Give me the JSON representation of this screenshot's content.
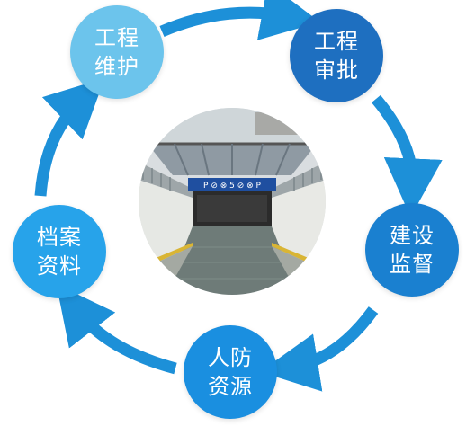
{
  "cycle": {
    "nodes": [
      {
        "line1": "工程",
        "line2": "维护",
        "color": "#6cc4ec"
      },
      {
        "line1": "工程",
        "line2": "审批",
        "color": "#1e6fc0"
      },
      {
        "line1": "建设",
        "line2": "监督",
        "color": "#1a80d0"
      },
      {
        "line1": "人防",
        "line2": "资源",
        "color": "#1a8fe0"
      },
      {
        "line1": "档案",
        "line2": "资料",
        "color": "#27a3ea"
      }
    ],
    "arrow_color": "#1d90d8"
  },
  "photo": {
    "sign_text": "P  ⊘  ⊗  5  ⊘  ⊗  P"
  }
}
